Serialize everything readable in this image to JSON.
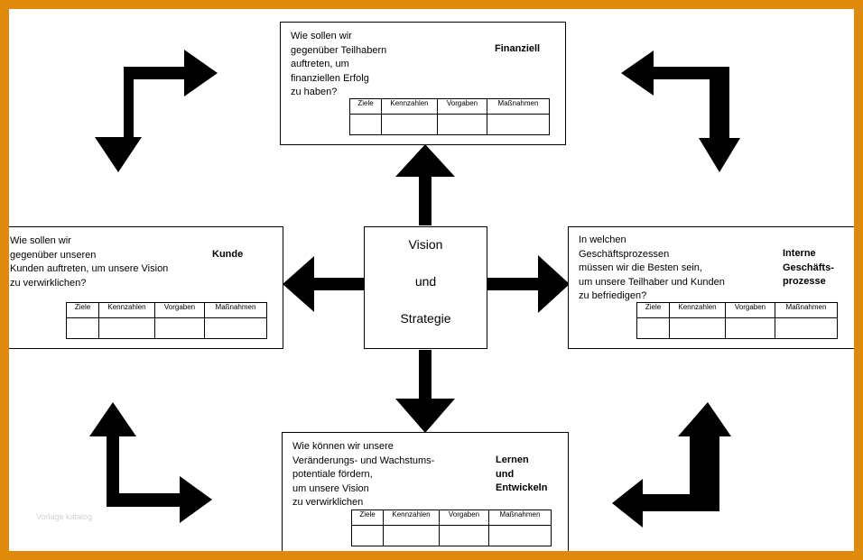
{
  "table_headers": [
    "Ziele",
    "Kennzahlen",
    "Vorgaben",
    "Maßnahmen"
  ],
  "center": {
    "line1": "Vision",
    "line2": "und",
    "line3": "Strategie"
  },
  "boxes": {
    "finanziell": {
      "question": "Wie sollen wir\ngegenüber Teilhabern\nauftreten, um\nfinanziellen Erfolg\nzu haben?",
      "label": "Finanziell"
    },
    "kunde": {
      "question": "Wie sollen wir\ngegenüber unseren\nKunden auftreten, um unsere Vision\nzu verwirklichen?",
      "label": "Kunde"
    },
    "prozesse": {
      "question": "In welchen\nGeschäftsprozessen\nmüssen wir die Besten sein,\num unsere Teilhaber und Kunden\nzu befriedigen?",
      "label": "Interne\nGeschäfts-\nprozesse"
    },
    "lernen": {
      "question": "Wie können wir unsere\nVeränderungs- und Wachstums-\npotentiale fördern,\num unsere Vision\nzu verwirklichen",
      "label": "Lernen\n   und\nEntwickeln"
    }
  },
  "watermark": "Vorlage katalog"
}
